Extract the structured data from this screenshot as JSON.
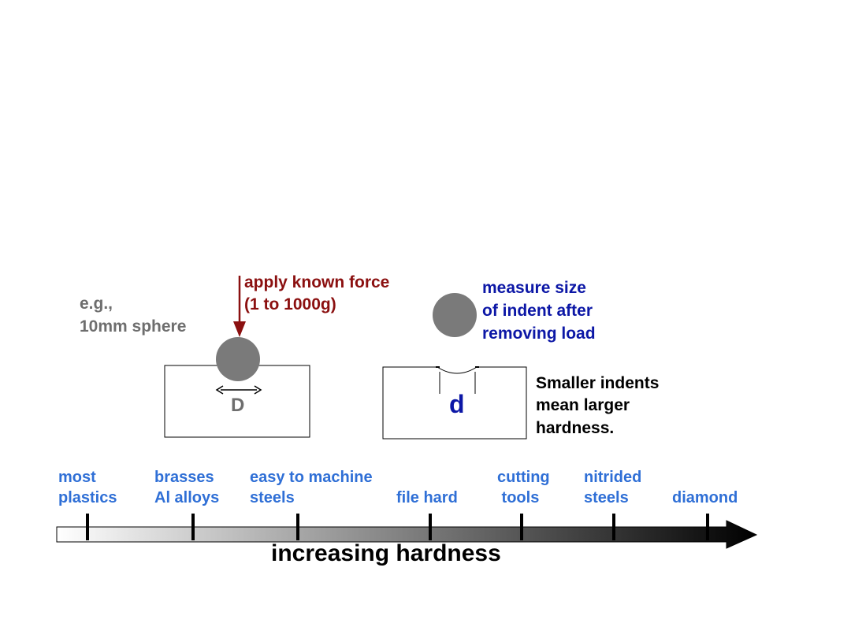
{
  "left_panel": {
    "sphere_label_line1": "e.g.,",
    "sphere_label_line2": "10mm sphere",
    "force_label_line1": "apply known force",
    "force_label_line2": "(1 to 1000g)",
    "diameter_label": "D"
  },
  "right_panel": {
    "measure_label_line1": "measure size",
    "measure_label_line2": "of indent after",
    "measure_label_line3": "removing load",
    "indent_label": "d",
    "note_line1": "Smaller indents",
    "note_line2": "mean larger",
    "note_line3": "hardness."
  },
  "scale": {
    "axis_label": "increasing hardness",
    "items": [
      {
        "line1": "most",
        "line2": "plastics"
      },
      {
        "line1": "brasses",
        "line2": "Al alloys"
      },
      {
        "line1": "easy to machine",
        "line2": "steels"
      },
      {
        "line1": "",
        "line2": "file hard"
      },
      {
        "line1": "cutting",
        "line2": " tools"
      },
      {
        "line1": "nitrided",
        "line2": "steels"
      },
      {
        "line1": "",
        "line2": "diamond"
      }
    ]
  },
  "colors": {
    "force": "#8b1010",
    "measure": "#0c17a6",
    "scale_text": "#2f6fd6",
    "gray_text": "#6e6e6e",
    "sphere": "#7a7a7a"
  }
}
